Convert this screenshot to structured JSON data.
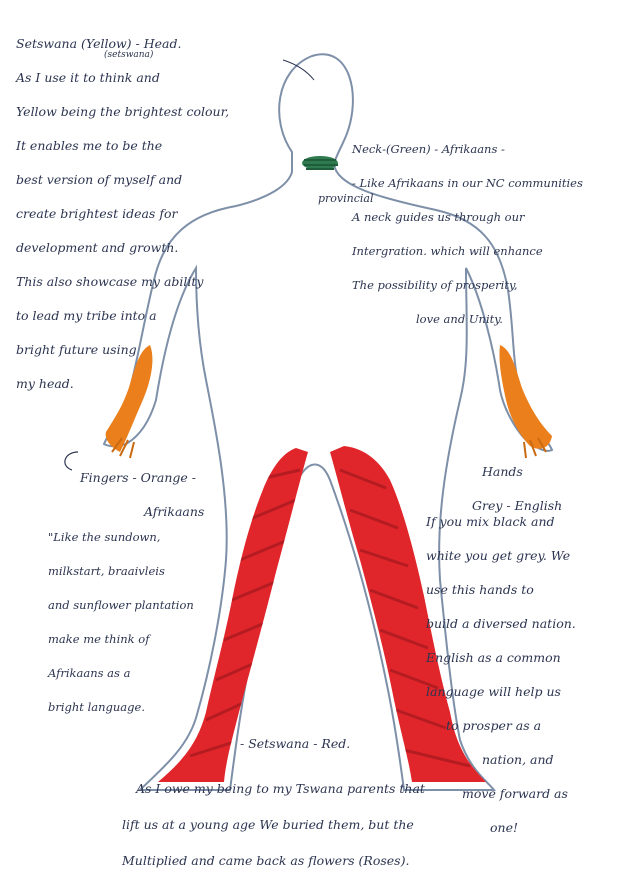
{
  "head_note": {
    "title": "Setswana (Yellow) - Head.",
    "lines": [
      "As I use it to think and",
      "Yellow being the brightest colour,",
      "It enables me to be the",
      "best version of myself and",
      "create brightest ideas for",
      "development and growth.",
      "This also showcase my ability",
      "to lead my tribe into a",
      "bright future using",
      "my head."
    ],
    "insert": "(setswana)"
  },
  "neck_note": {
    "lines": [
      "Neck-(Green) - Afrikaans -",
      "- Like Afrikaans in our NC communities",
      "A neck guides us through our",
      "Intergration. which will enhance",
      "The possibility of prosperity,",
      "love and Unity."
    ],
    "side_word": "provincial"
  },
  "fingers_note": {
    "title_lines": [
      "Fingers - Orange -",
      "Afrikaans"
    ],
    "lines": [
      "\"Like the sundown,",
      "milkstart, braaivleis",
      "and sunflower plantation",
      "make me think of",
      "Afrikaans as a",
      "bright language."
    ]
  },
  "hands_note": {
    "title_lines": [
      "Hands",
      "Grey - English"
    ],
    "lines": [
      "If you mix black and",
      "white you get grey. We",
      "use this hands to",
      "build a diversed nation.",
      "English as a common",
      "language will help us",
      "to prosper as a",
      "nation, and",
      "move forward as",
      "one!"
    ]
  },
  "legs_note": {
    "title": "- Setswana - Red.",
    "lines": [
      "As I owe my being to my Tswana parents that",
      "lift us at a young age We buried them, but the",
      "Multiplied and came back as flowers (Roses)."
    ]
  },
  "colors": {
    "outline": "#7e8fa8",
    "ink": "#2b3450",
    "neck_green": "#2f7a4f",
    "hand_orange": "#ea7f1c",
    "leg_red": "#e0262b"
  }
}
